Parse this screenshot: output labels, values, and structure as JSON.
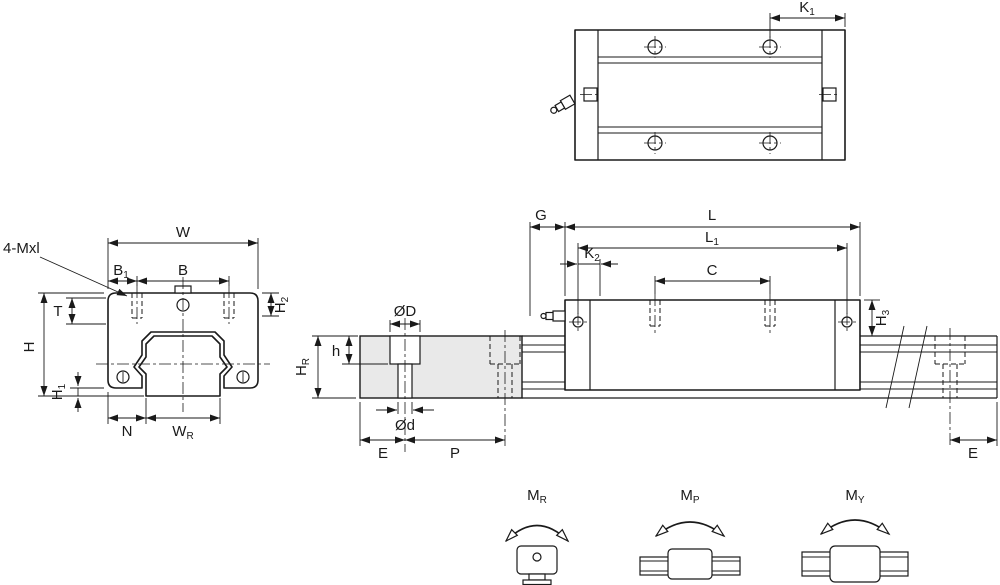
{
  "top_view": {
    "k1": {
      "base": "K",
      "sub": "1"
    }
  },
  "front_view": {
    "mount_label": "4-Mxl",
    "w": {
      "base": "W"
    },
    "b1": {
      "base": "B",
      "sub": "1"
    },
    "b": {
      "base": "B"
    },
    "t": {
      "base": "T"
    },
    "h": {
      "base": "H"
    },
    "h1": {
      "base": "H",
      "sub": "1"
    },
    "h2": {
      "base": "H",
      "sub": "2"
    },
    "n": {
      "base": "N"
    },
    "wr": {
      "base": "W",
      "sub": "R"
    }
  },
  "rail_section": {
    "d_outer": {
      "base": "ØD"
    },
    "d_inner": {
      "base": "Ød"
    },
    "h": {
      "base": "h"
    },
    "hr": {
      "base": "H",
      "sub": "R"
    },
    "e": {
      "base": "E"
    },
    "p": {
      "base": "P"
    }
  },
  "side_view": {
    "g": {
      "base": "G"
    },
    "l": {
      "base": "L"
    },
    "l1": {
      "base": "L",
      "sub": "1"
    },
    "k2": {
      "base": "K",
      "sub": "2"
    },
    "c": {
      "base": "C"
    },
    "h3": {
      "base": "H",
      "sub": "3"
    },
    "e": {
      "base": "E"
    }
  },
  "moments": {
    "mr": {
      "base": "M",
      "sub": "R"
    },
    "mp": {
      "base": "M",
      "sub": "P"
    },
    "my": {
      "base": "M",
      "sub": "Y"
    }
  },
  "colors": {
    "line": "#1a1a1a",
    "rail_section_fill": "#e9e9e9",
    "background": "#ffffff"
  }
}
